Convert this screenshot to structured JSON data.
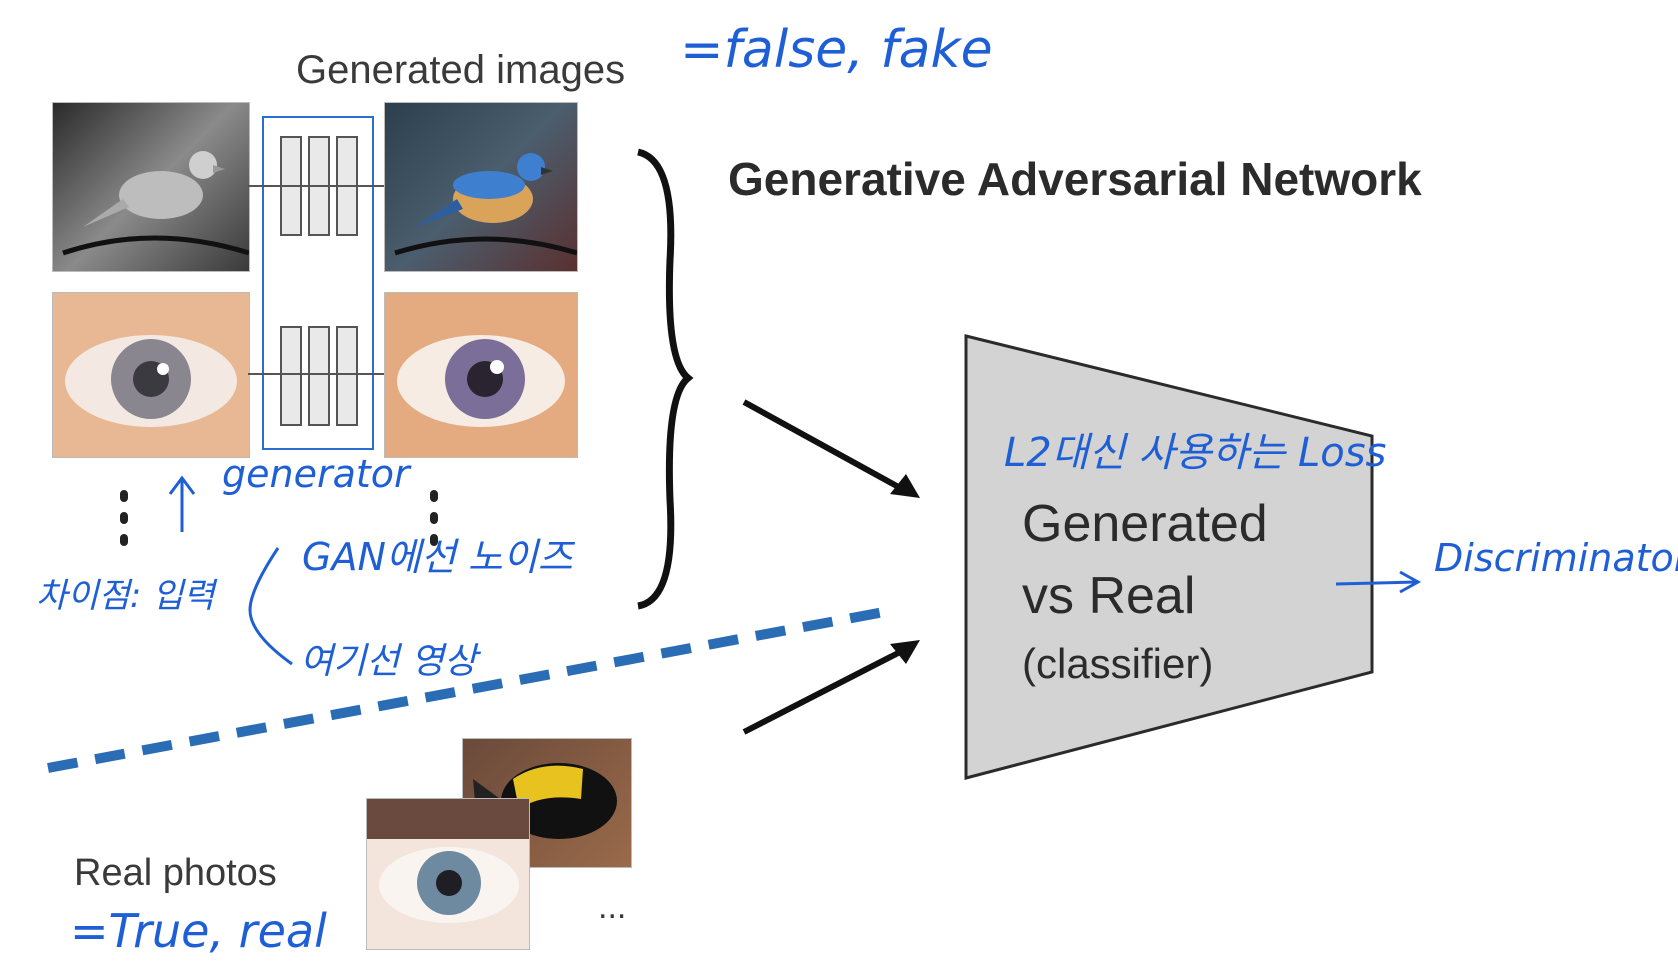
{
  "printed": {
    "generated_images": "Generated images",
    "gan_title": "Generative Adversarial Network",
    "classifier_line1": "Generated",
    "classifier_line2": "vs Real",
    "classifier_line3": "(classifier)",
    "real_photos": "Real photos",
    "ellipsis": "..."
  },
  "handwritten": {
    "false_fake": "=false, fake",
    "generator": "generator",
    "difference": "차이점: 입력",
    "gan_noise": "GAN에선 노이즈",
    "here_image": "여기선 영상",
    "l2_loss": "L2대신 사용하는 Loss",
    "discriminator": "Discriminator",
    "true_real": "=True, real"
  },
  "colors": {
    "annotation_blue": "#1f5fd6",
    "dashed_line": "#2a6db5",
    "classifier_fill": "#d3d3d3"
  }
}
